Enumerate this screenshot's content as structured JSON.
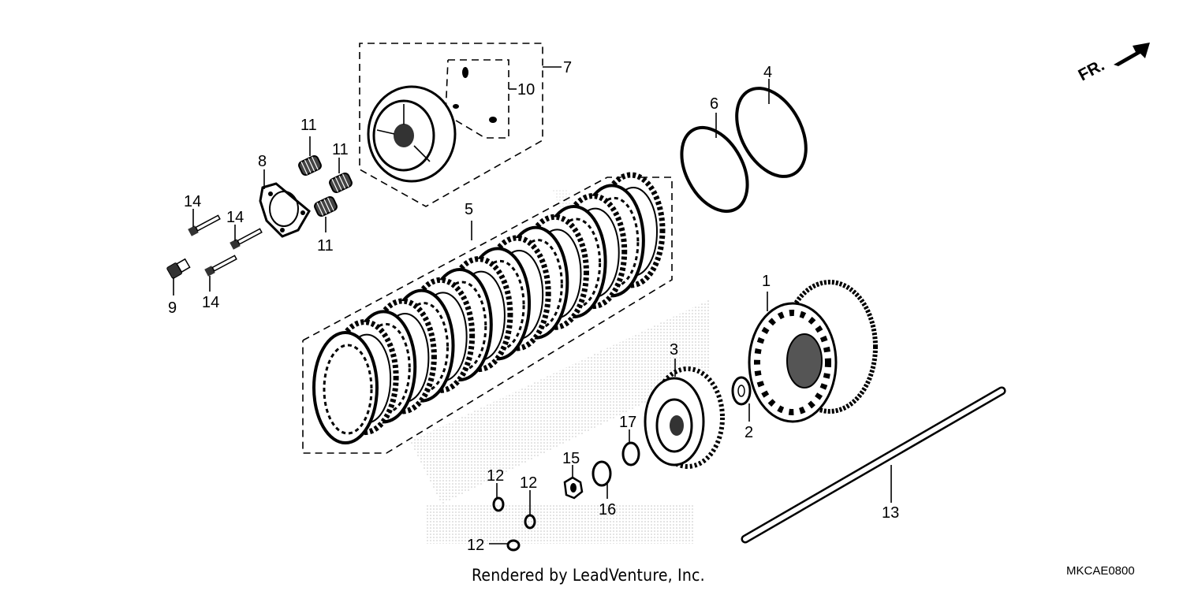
{
  "labels": {
    "l1": "1",
    "l2": "2",
    "l3": "3",
    "l4": "4",
    "l5": "5",
    "l6": "6",
    "l7": "7",
    "l8": "8",
    "l9": "9",
    "l10": "10",
    "l11a": "11",
    "l11b": "11",
    "l11c": "11",
    "l12a": "12",
    "l12b": "12",
    "l12c": "12",
    "l13": "13",
    "l14a": "14",
    "l14b": "14",
    "l14c": "14",
    "l15": "15",
    "l16": "16",
    "l17": "17"
  },
  "direction_marker": "FR.",
  "footer": {
    "credit": "Rendered by LeadVenture, Inc.",
    "code": "MKCAE0800"
  }
}
